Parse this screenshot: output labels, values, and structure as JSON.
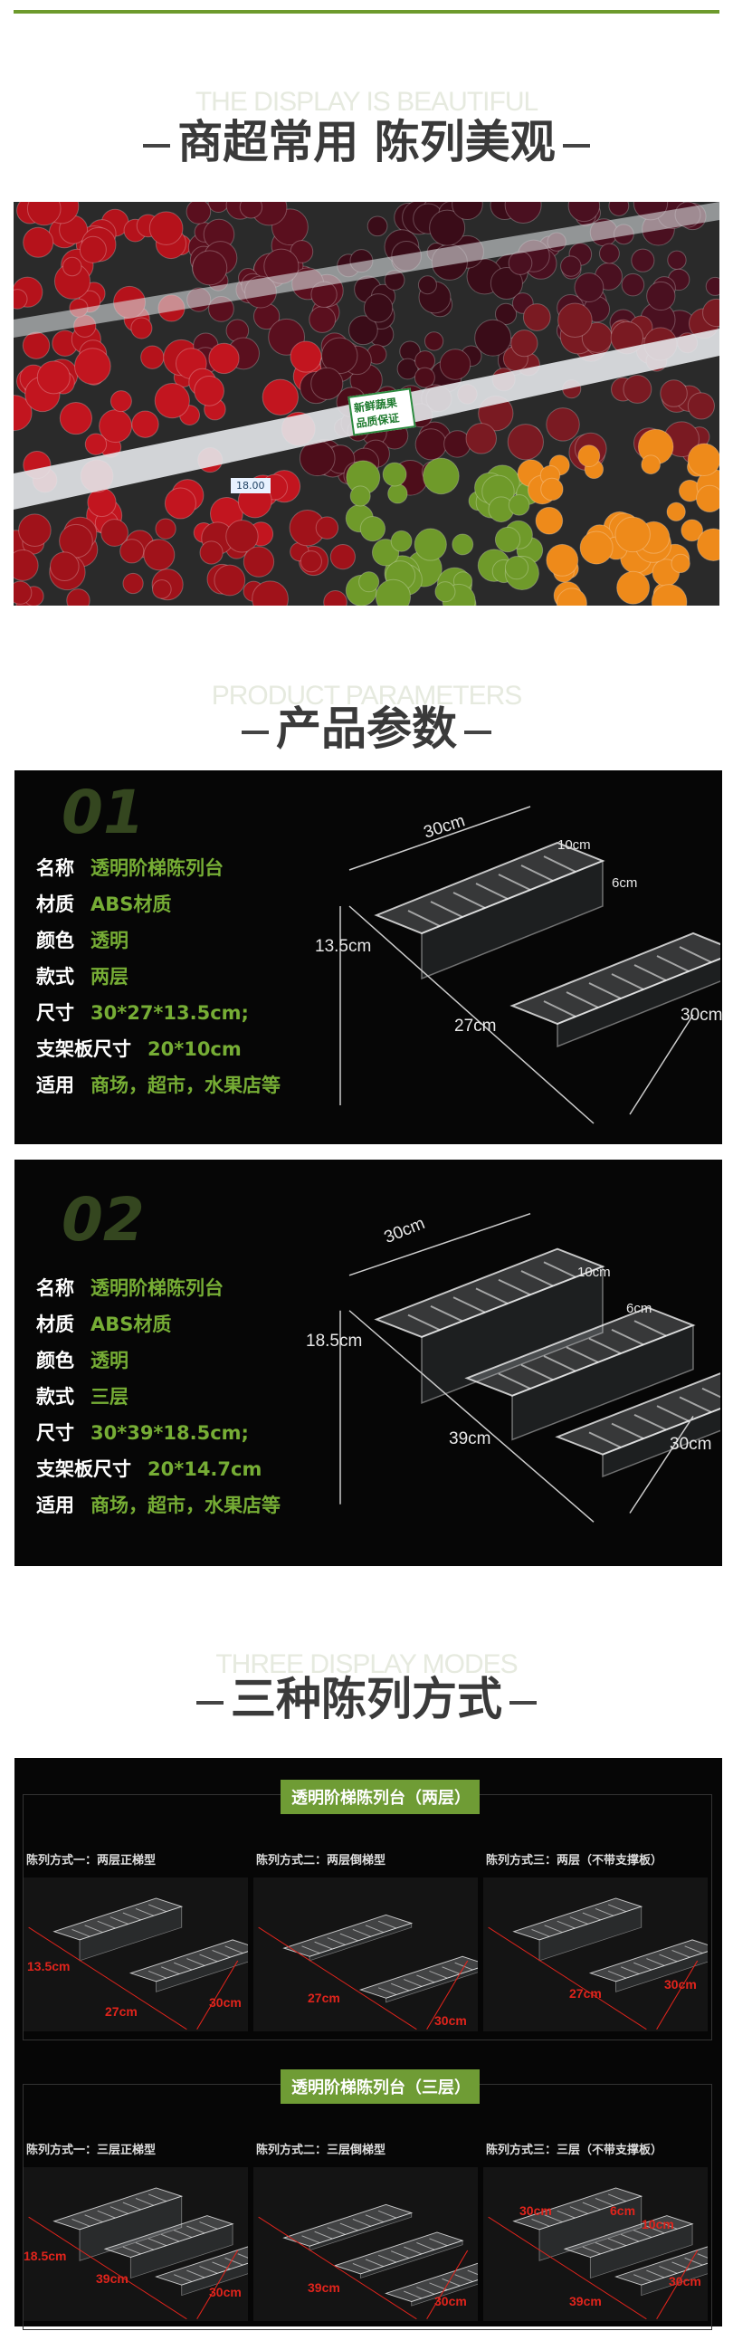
{
  "section1": {
    "ghost": "THE DISPLAY IS BEAUTIFUL",
    "title": "商超常用 陈列美观"
  },
  "photo": {
    "price_tag": "新鲜蔬果 品质保证",
    "price": "18.00"
  },
  "section2": {
    "ghost": "PRODUCT PARAMETERS",
    "title": "产品参数"
  },
  "products": [
    {
      "number": "01",
      "specs": [
        {
          "label": "名称",
          "value": "透明阶梯陈列台"
        },
        {
          "label": "材质",
          "value": "ABS材质"
        },
        {
          "label": "颜色",
          "value": "透明"
        },
        {
          "label": "款式",
          "value": "两层"
        },
        {
          "label": "尺寸",
          "value": "30*27*13.5cm;"
        },
        {
          "label": "支架板尺寸",
          "value": "20*10cm"
        },
        {
          "label": "适用",
          "value": "商场，超市，水果店等"
        }
      ],
      "dims": {
        "top": "30cm",
        "step": "10cm",
        "riser": "6cm",
        "height": "13.5cm",
        "depth": "27cm",
        "width": "30cm"
      }
    },
    {
      "number": "02",
      "specs": [
        {
          "label": "名称",
          "value": "透明阶梯陈列台"
        },
        {
          "label": "材质",
          "value": "ABS材质"
        },
        {
          "label": "颜色",
          "value": "透明"
        },
        {
          "label": "款式",
          "value": "三层"
        },
        {
          "label": "尺寸",
          "value": "30*39*18.5cm;"
        },
        {
          "label": "支架板尺寸",
          "value": "20*14.7cm"
        },
        {
          "label": "适用",
          "value": "商场，超市，水果店等"
        }
      ],
      "dims": {
        "top": "30cm",
        "step": "10cm",
        "riser": "6cm",
        "height": "18.5cm",
        "depth": "39cm",
        "width": "30cm"
      }
    }
  ],
  "section3": {
    "ghost": "THREE DISPLAY MODES",
    "title": "三种陈列方式"
  },
  "modes": [
    {
      "tag": "透明阶梯陈列台（两层）",
      "items": [
        {
          "caption": "陈列方式一：两层正梯型",
          "dims": [
            "13.5cm",
            "27cm",
            "30cm"
          ]
        },
        {
          "caption": "陈列方式二：两层倒梯型",
          "dims": [
            "27cm",
            "30cm"
          ]
        },
        {
          "caption": "陈列方式三：两层（不带支撑板）",
          "dims": [
            "27cm",
            "30cm"
          ]
        }
      ]
    },
    {
      "tag": "透明阶梯陈列台（三层）",
      "items": [
        {
          "caption": "陈列方式一：三层正梯型",
          "dims": [
            "18.5cm",
            "39cm",
            "30cm"
          ]
        },
        {
          "caption": "陈列方式二：三层倒梯型",
          "dims": [
            "39cm",
            "30cm"
          ]
        },
        {
          "caption": "陈列方式三：三层（不带支撑板）",
          "dims": [
            "30cm",
            "6cm",
            "10cm",
            "39cm",
            "30cm"
          ]
        }
      ]
    }
  ],
  "colors": {
    "accent": "#6d9a2c",
    "value_green": "#76ad35",
    "number_olive": "#34461f",
    "dim_red": "#e0241c"
  }
}
